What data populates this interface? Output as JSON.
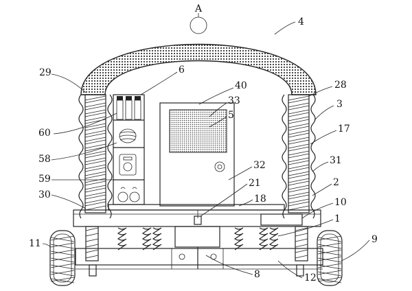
{
  "labels": {
    "A": "A",
    "n4": "4",
    "n6": "6",
    "n29": "29",
    "n40": "40",
    "n28": "28",
    "n33": "33",
    "n3": "3",
    "n5": "5",
    "n60": "60",
    "n17": "17",
    "n58": "58",
    "n31": "31",
    "n32": "32",
    "n59": "59",
    "n21": "21",
    "n2": "2",
    "n30": "30",
    "n18": "18",
    "n10": "10",
    "n1": "1",
    "n11": "11",
    "n9": "9",
    "n8": "8",
    "n12": "12"
  }
}
